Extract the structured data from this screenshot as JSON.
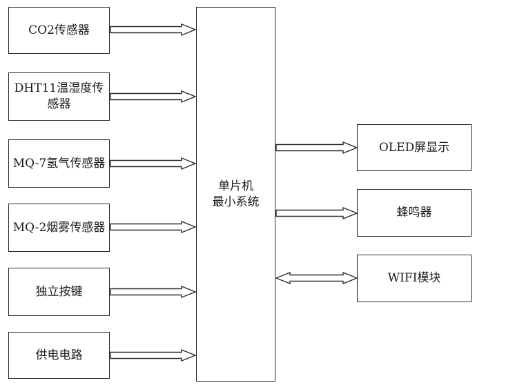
{
  "inputs": [
    {
      "label": "CO2传感器"
    },
    {
      "label": "DHT11温湿度传感器",
      "line1": "DHT11温湿度传",
      "line2": "感器"
    },
    {
      "label": "MQ-7氢气传感器"
    },
    {
      "label": "MQ-2烟雾传感器"
    },
    {
      "label": "独立按键"
    },
    {
      "label": "供电电路"
    }
  ],
  "mcu": {
    "line1": "单片机",
    "line2": "最小系统"
  },
  "outputs": [
    {
      "label": "OLED屏显示",
      "direction": "out"
    },
    {
      "label": "蜂鸣器",
      "direction": "out"
    },
    {
      "label": "WIFI模块",
      "direction": "both"
    }
  ]
}
